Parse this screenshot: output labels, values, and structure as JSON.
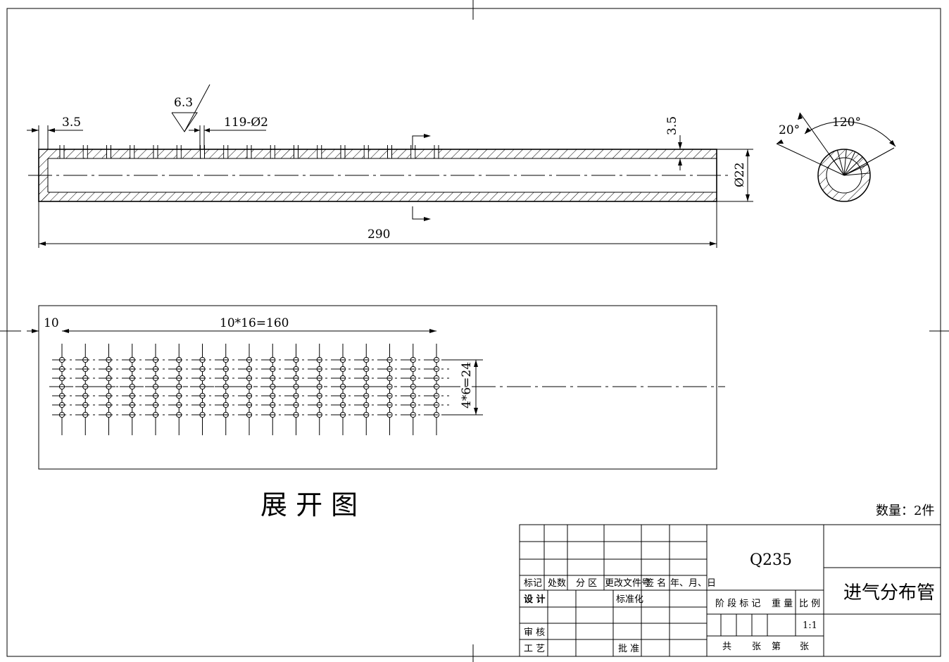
{
  "dims": {
    "left_wall": "3.5",
    "roughness": "6.3",
    "holes": "119-Ø2",
    "right_wall": "3.5",
    "diameter": "Ø22",
    "length": "290",
    "angle_small": "20°",
    "angle_large": "120°",
    "start_offset": "10",
    "hole_pitch": "10*16=160",
    "row_pitch": "4*6=24"
  },
  "unfold_title": "展 开 图",
  "quantity": "数量：2件",
  "title_block": {
    "material": "Q235",
    "part_name": "进气分布管",
    "scale": "1:1",
    "headers": [
      "标记",
      "处数",
      "分 区",
      "更改文件号",
      "签 名",
      "年、月、日"
    ],
    "roles": {
      "design": "设 计",
      "standardize": "标准化",
      "check": "审 核",
      "process": "工 艺",
      "approve": "批 准"
    },
    "stage_mark": "阶 段 标 记",
    "weight": "重 量",
    "ratio": "比 例",
    "total": "共",
    "sheets": "张",
    "nth": "第",
    "sheet_unit": "张"
  }
}
